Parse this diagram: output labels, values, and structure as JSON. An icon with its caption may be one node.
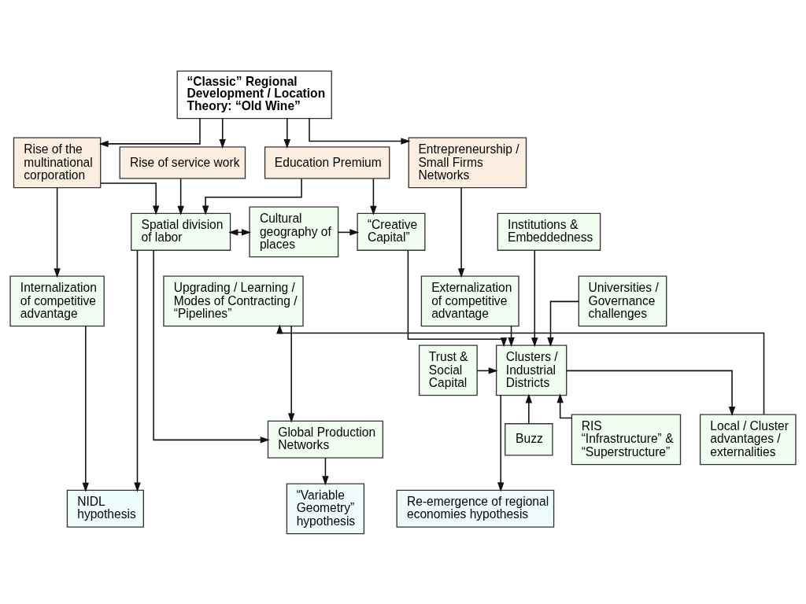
{
  "diagram": {
    "nodes": [
      {
        "text": [
          "“Classic” Regional Development / Location Theory: “Old Wine”"
        ]
      },
      {
        "text": [
          "Rise of service work"
        ]
      },
      {
        "text": [
          "Entrepreneurship / Small Firms Networks"
        ]
      },
      {
        "text": [
          "Rise of the multinational corporation"
        ]
      },
      {
        "text": [
          "Education Premium"
        ]
      },
      {
        "text": [
          "Spatial division of labor"
        ]
      },
      {
        "text": [
          "Cultural geography of places"
        ]
      },
      {
        "text": [
          "“Creative Capital”"
        ]
      },
      {
        "text": [
          "Institutions & Embeddedness"
        ]
      },
      {
        "text": [
          "Internalization of competitive advantage"
        ]
      },
      {
        "text": [
          "Externalization of competitive advantage"
        ]
      },
      {
        "text": [
          "Universities / Governance challenges"
        ]
      },
      {
        "text": [
          "Upgrading / Learning / Modes of Contracting / “Pipelines”"
        ]
      },
      {
        "text": [
          "Trust & Social Capital"
        ]
      },
      {
        "text": [
          "Clusters / Industrial Districts"
        ]
      },
      {
        "text": [
          "Local / Cluster advantages / externalities"
        ]
      },
      {
        "text": [
          "Buzz"
        ]
      },
      {
        "text": [
          "Global Production Networks"
        ]
      },
      {
        "text": [
          "RIS “Infrastructure” & “Superstructure”"
        ]
      },
      {
        "text": [
          "“Variable Geometry” hypothesis"
        ]
      },
      {
        "text": [
          "NIDL hypothesis"
        ]
      },
      {
        "text": [
          "Re-emergence of regional economies hypothesis"
        ]
      }
    ],
    "edges": [
      {
        "from": 0,
        "to": 3,
        "arrow": "to"
      },
      {
        "from": 0,
        "to": 1,
        "arrow": "to"
      },
      {
        "from": 0,
        "to": 4,
        "arrow": "to"
      },
      {
        "from": 0,
        "to": 2,
        "arrow": "to"
      },
      {
        "from": 3,
        "to": 9,
        "arrow": "to"
      },
      {
        "from": 3,
        "to": 5,
        "arrow": "to"
      },
      {
        "from": 1,
        "to": 5,
        "arrow": "to"
      },
      {
        "from": 4,
        "to": 5,
        "arrow": "to"
      },
      {
        "from": 4,
        "to": 7,
        "arrow": "to"
      },
      {
        "from": 5,
        "to": 6,
        "arrow": "both"
      },
      {
        "from": 6,
        "to": 7,
        "arrow": "to"
      },
      {
        "from": 2,
        "to": 10,
        "arrow": "to"
      },
      {
        "from": 7,
        "to": 14,
        "arrow": "to"
      },
      {
        "from": 10,
        "to": 14,
        "arrow": "to"
      },
      {
        "from": 8,
        "to": 14,
        "arrow": "to"
      },
      {
        "from": 11,
        "to": 14,
        "arrow": "to"
      },
      {
        "from": 13,
        "to": 14,
        "arrow": "to"
      },
      {
        "from": 16,
        "to": 14,
        "arrow": "to"
      },
      {
        "from": 18,
        "to": 14,
        "arrow": "to"
      },
      {
        "from": 14,
        "to": 15,
        "arrow": "to"
      },
      {
        "from": 15,
        "to": 12,
        "arrow": "to"
      },
      {
        "from": 5,
        "to": 17,
        "arrow": "to"
      },
      {
        "from": 12,
        "to": 17,
        "arrow": "to"
      },
      {
        "from": 5,
        "to": 20,
        "arrow": "to"
      },
      {
        "from": 9,
        "to": 20,
        "arrow": "to"
      },
      {
        "from": 17,
        "to": 19,
        "arrow": "to"
      },
      {
        "from": 14,
        "to": 21,
        "arrow": "to"
      }
    ]
  }
}
